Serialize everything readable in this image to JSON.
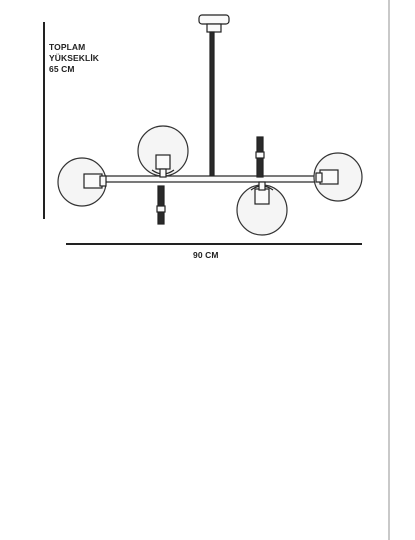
{
  "dimensions": {
    "height_line1": "TOPLAM",
    "height_line2": "YÜKSEKLİK",
    "height_line3": "65 CM",
    "width": "90 CM"
  },
  "colors": {
    "line": "#222222",
    "glass": "#f3f3f3",
    "scrollbar_border": "#c9c9c9"
  }
}
